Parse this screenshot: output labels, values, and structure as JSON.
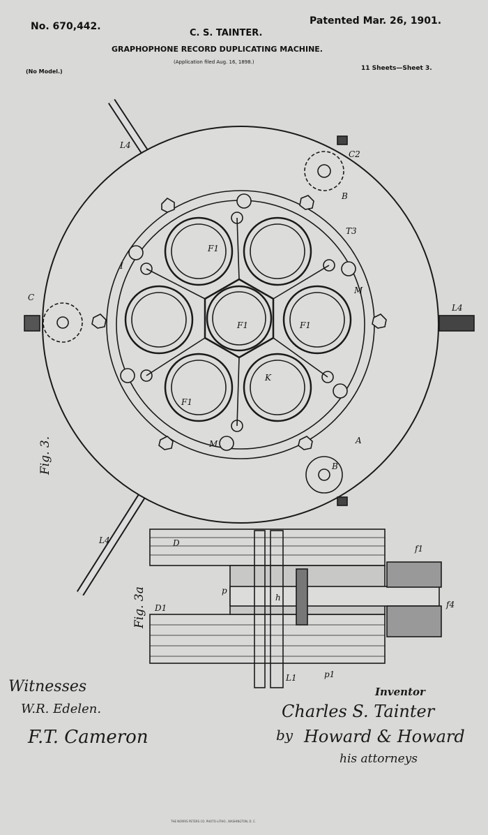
{
  "header": {
    "patent_number": "No. 670,442.",
    "patent_date": "Patented Mar. 26, 1901.",
    "inventor_name": "C. S. TAINTER.",
    "title": "GRAPHOPHONE RECORD DUPLICATING MACHINE.",
    "application": "(Application filed Aug. 16, 1898.)",
    "model": "(No Model.)",
    "sheets": "11 Sheets—Sheet 3."
  },
  "figures": {
    "fig3_label": "Fig. 3.",
    "fig3a_label": "Fig. 3a",
    "labels": {
      "L4a": "L4",
      "L4b": "L4",
      "C2": "C2",
      "B1": "B",
      "B2": "B",
      "T3": "T3",
      "C": "C",
      "T1": "I",
      "M1": "M",
      "M2": "M",
      "F1": "F1",
      "F2": "F1",
      "F3": "F1",
      "F4": "F1",
      "K": "K",
      "A": "A",
      "L4c": "L4",
      "D": "D",
      "f1": "f1",
      "f4": "f4",
      "p": "p",
      "p1": "p1",
      "h": "h",
      "L1": "L1",
      "D1": "D1"
    }
  },
  "signatures": {
    "witnesses_label": "Witnesses",
    "witness_1": "W.R. Edelen.",
    "witness_2": "F.T. Cameron",
    "inventor_label": "Inventor",
    "inventor_signature": "Charles S. Tainter",
    "by": "by",
    "attorney_signature": "Howard & Howard",
    "attorneys_label": "his attorneys"
  },
  "footer": "THE NORRIS PETERS CO. PHOTO-LITHO., WASHINGTON, D. C."
}
